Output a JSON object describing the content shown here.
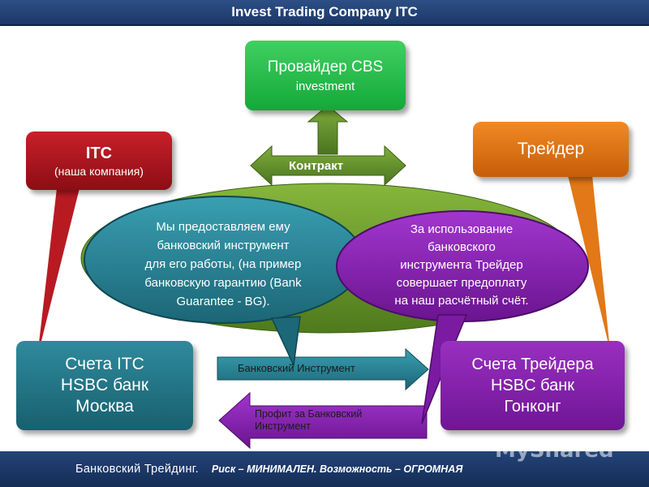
{
  "header": {
    "title": "Invest Trading Company  ITC"
  },
  "nodes": {
    "provider": {
      "line1": "Провайдер CBS",
      "line2": "investment"
    },
    "itc": {
      "line1": "ITC",
      "line2": "(наша компания)"
    },
    "trader": {
      "label": "Трейдер"
    },
    "itc_accounts": {
      "line1": "Счета ITC",
      "line2": "HSBC банк",
      "line3": "Москва"
    },
    "trader_accounts": {
      "line1": "Счета Трейдера",
      "line2": "HSBC банк",
      "line3": "Гонконг"
    }
  },
  "arrows": {
    "contract": "Контракт",
    "bank_instrument": "Банковский  Инструмент",
    "profit": "Профит за Банковский Инструмент"
  },
  "bubbles": {
    "left": {
      "lines": [
        "Мы предоставляем ему",
        "банковский инструмент",
        "для его работы, (на пример",
        "банковскую гарантию (Bank",
        "Guarantee - BG)."
      ]
    },
    "right": {
      "lines": [
        "За использование",
        "банковского",
        "инструмента Трейдер",
        "совершает предоплату",
        "на наш расчётный счёт."
      ]
    }
  },
  "footer": {
    "lead": "Банковский  Трейдинг.",
    "tail": "Риск – МИНИМАЛЕН.  Возможность – ОГРОМНАЯ"
  },
  "watermark": "MyShared",
  "colors": {
    "header_bg": "#1c3868",
    "provider": "#1fb545",
    "itc": "#a8141d",
    "trader": "#de7013",
    "itc_accounts": "#237585",
    "trader_accounts": "#8122ab",
    "contract_arrow": "#5e8d2b",
    "ellipse": "#6d9b2c"
  }
}
